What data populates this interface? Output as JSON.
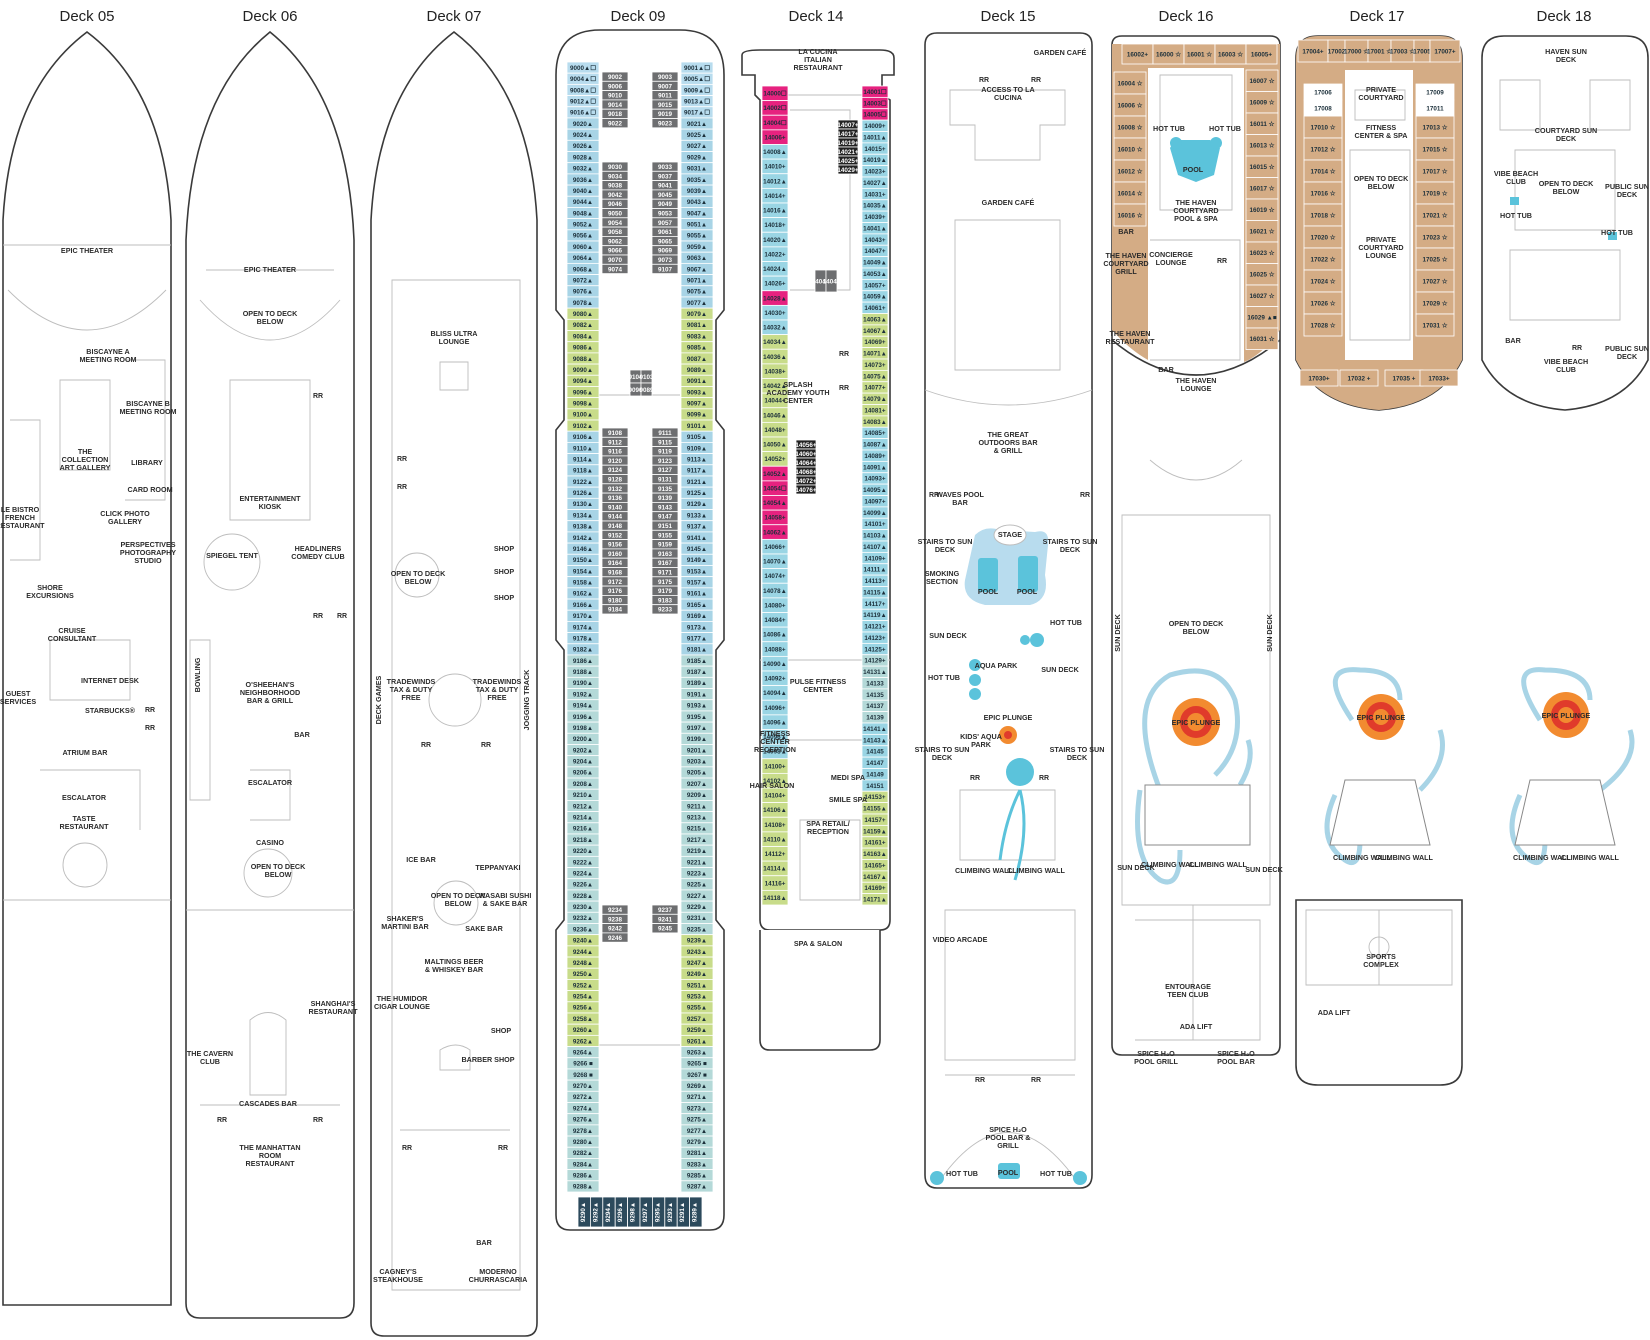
{
  "colors": {
    "inside": "#6d6e70",
    "oceanview": "#b8dcee",
    "balcony": "#a8d4e6",
    "minisuite": "#c8dc8a",
    "studio": "#9ad5e4",
    "haven": "#d4ac85",
    "spa": "#e6227f",
    "teal": "#b4d9d8",
    "pool": "#5bc3db",
    "darkblue": "#2c4a5c",
    "plunge_outer": "#f28b30",
    "plunge_inner": "#e03b2b"
  },
  "decks": [
    {
      "id": "d05",
      "title": "Deck 05",
      "labels": [
        "EPIC THEATER",
        "BISCAYNE A MEETING ROOM",
        "BISCAYNE B MEETING ROOM",
        "THE COLLECTION ART GALLERY",
        "LIBRARY",
        "CARD ROOM",
        "LE BISTRO FRENCH RESTAURANT",
        "CLICK PHOTO GALLERY",
        "PERSPECTIVES PHOTOGRAPHY STUDIO",
        "SHORE EXCURSIONS",
        "CRUISE CONSULTANT",
        "INTERNET DESK",
        "GUEST SERVICES",
        "STARBUCKS®",
        "ATRIUM BAR",
        "ESCALATOR",
        "TASTE RESTAURANT",
        "RR",
        "RR"
      ]
    },
    {
      "id": "d06",
      "title": "Deck 06",
      "labels": [
        "EPIC THEATER",
        "OPEN TO DECK BELOW",
        "ENTERTAINMENT KIOSK",
        "SPIEGEL TENT",
        "HEADLINERS COMEDY CLUB",
        "RR",
        "RR",
        "RR",
        "BOWLING",
        "O'SHEEHAN'S NEIGHBORHOOD BAR & GRILL",
        "BAR",
        "ESCALATOR",
        "CASINO",
        "OPEN TO DECK BELOW",
        "SHANGHAI'S RESTAURANT",
        "THE CAVERN CLUB",
        "CASCADES BAR",
        "RR",
        "RR",
        "THE MANHATTAN ROOM RESTAURANT"
      ]
    },
    {
      "id": "d07",
      "title": "Deck 07",
      "labels": [
        "BLISS ULTRA LOUNGE",
        "RR",
        "RR",
        "OPEN TO DECK BELOW",
        "SHOP",
        "SHOP",
        "SHOP",
        "DECK GAMES",
        "JOGGING TRACK",
        "TRADEWINDS TAX & DUTY FREE",
        "TRADEWINDS TAX & DUTY FREE",
        "RR",
        "RR",
        "ICE BAR",
        "TEPPANYAKI",
        "OPEN TO DECK BELOW",
        "WASABI SUSHI & SAKE BAR",
        "SHAKER'S MARTINI BAR",
        "SAKE BAR",
        "MALTINGS BEER & WHISKEY BAR",
        "THE HUMIDOR CIGAR LOUNGE",
        "SHOP",
        "BARBER SHOP",
        "RR",
        "RR",
        "BAR",
        "CAGNEY'S STEAKHOUSE",
        "MODERNO CHURRASCARIA"
      ]
    },
    {
      "id": "d09",
      "title": "Deck 09"
    },
    {
      "id": "d14",
      "title": "Deck 14",
      "labels": [
        "LA CUCINA ITALIAN RESTAURANT",
        "RR",
        "SPLASH ACADEMY YOUTH CENTER",
        "RR",
        "PULSE FITNESS CENTER",
        "FITNESS CENTER RECEPTION",
        "HAIR SALON",
        "MEDI SPA",
        "SMILE SPA",
        "SPA RETAIL/ RECEPTION",
        "SPA & SALON"
      ]
    },
    {
      "id": "d15",
      "title": "Deck 15",
      "labels": [
        "GARDEN CAFÉ",
        "RR",
        "RR",
        "ACCESS TO LA CUCINA",
        "GARDEN CAFÉ",
        "THE GREAT OUTDOORS BAR & GRILL",
        "RR",
        "RR",
        "WAVES POOL BAR",
        "STAGE",
        "STAIRS TO SUN DECK",
        "STAIRS TO SUN DECK",
        "SMOKING SECTION",
        "POOL",
        "POOL",
        "HOT TUB",
        "SUN DECK",
        "SUN DECK",
        "HOT TUB",
        "AQUA PARK",
        "EPIC PLUNGE",
        "KIDS' AQUA PARK",
        "STAIRS TO SUN DECK",
        "STAIRS TO SUN DECK",
        "RR",
        "RR",
        "CLIMBING WALL",
        "CLIMBING WALL",
        "VIDEO ARCADE",
        "RR",
        "RR",
        "SPICE H₂O POOL BAR & GRILL",
        "HOT TUB",
        "POOL",
        "HOT TUB"
      ]
    },
    {
      "id": "d16",
      "title": "Deck 16",
      "labels": [
        "HOT TUB",
        "POOL",
        "HOT TUB",
        "THE HAVEN COURTYARD POOL & SPA",
        "BAR",
        "THE HAVEN COURTYARD GRILL",
        "CONCIERGE LOUNGE",
        "RR",
        "THE HAVEN RESTAURANT",
        "BAR",
        "THE HAVEN LOUNGE",
        "SUN DECK",
        "SUN DECK",
        "OPEN TO DECK BELOW",
        "EPIC PLUNGE",
        "SUN DECK",
        "CLIMBING WALL",
        "CLIMBING WALL",
        "SUN DECK",
        "ENTOURAGE TEEN CLUB",
        "ADA LIFT",
        "SPICE H₂O POOL GRILL",
        "SPICE H₂O POOL BAR"
      ]
    },
    {
      "id": "d17",
      "title": "Deck 17",
      "labels": [
        "PRIVATE COURTYARD",
        "FITNESS CENTER & SPA",
        "OPEN TO DECK BELOW",
        "PRIVATE COURTYARD LOUNGE",
        "EPIC PLUNGE",
        "CLIMBING WALL",
        "CLIMBING WALL",
        "SPORTS COMPLEX",
        "ADA LIFT"
      ]
    },
    {
      "id": "d18",
      "title": "Deck 18",
      "labels": [
        "HAVEN SUN DECK",
        "COURTYARD SUN DECK",
        "VIBE BEACH CLUB",
        "OPEN TO DECK BELOW",
        "PUBLIC SUN DECK",
        "HOT TUB",
        "HOT TUB",
        "BAR",
        "RR",
        "VIBE BEACH CLUB",
        "PUBLIC SUN DECK",
        "EPIC PLUNGE",
        "CLIMBING WALL",
        "CLIMBING WALL"
      ]
    }
  ],
  "d09_cabins": {
    "port": [
      "9000▲☐",
      "9004▲☐",
      "9008▲☐",
      "9012▲☐",
      "9016▲☐",
      "9020▲",
      "9024▲",
      "9026▲",
      "9028▲",
      "9032▲",
      "9036▲",
      "9040▲",
      "9044▲",
      "9048▲",
      "9052▲",
      "9056▲",
      "9060▲",
      "9064▲",
      "9068▲",
      "9072▲",
      "9076▲",
      "9078▲",
      "9080▲",
      "9082▲",
      "9084▲",
      "9086▲",
      "9088▲",
      "9090▲",
      "9094▲",
      "9096▲",
      "9098▲",
      "9100▲",
      "9102▲",
      "9106▲",
      "9110▲",
      "9114▲",
      "9118▲",
      "9122▲",
      "9126▲",
      "9130▲",
      "9134▲",
      "9138▲",
      "9142▲",
      "9146▲",
      "9150▲",
      "9154▲",
      "9158▲",
      "9162▲",
      "9166▲",
      "9170▲",
      "9174▲",
      "9178▲",
      "9182▲",
      "9186▲",
      "9188▲",
      "9190▲",
      "9192▲",
      "9194▲",
      "9196▲",
      "9198▲",
      "9200▲",
      "9202▲",
      "9204▲",
      "9206▲",
      "9208▲",
      "9210▲",
      "9212▲",
      "9214▲",
      "9216▲",
      "9218▲",
      "9220▲",
      "9222▲",
      "9224▲",
      "9226▲",
      "9228▲",
      "9230▲",
      "9232▲",
      "9236▲",
      "9240▲",
      "9244▲",
      "9248▲",
      "9250▲",
      "9252▲",
      "9254▲",
      "9256▲",
      "9258▲",
      "9260▲",
      "9262▲",
      "9264▲",
      "9266 ■",
      "9268 ■",
      "9270▲",
      "9272▲",
      "9274▲",
      "9276▲",
      "9278▲",
      "9280▲",
      "9282▲",
      "9284▲",
      "9286▲",
      "9288▲"
    ],
    "stbd": [
      "9001▲☐",
      "9005▲☐",
      "9009▲☐",
      "9013▲☐",
      "9017▲☐",
      "9021▲",
      "9025▲",
      "9027▲",
      "9029▲",
      "9031▲",
      "9035▲",
      "9039▲",
      "9043▲",
      "9047▲",
      "9051▲",
      "9055▲",
      "9059▲",
      "9063▲",
      "9067▲",
      "9071▲",
      "9075▲",
      "9077▲",
      "9079▲",
      "9081▲",
      "9083▲",
      "9085▲",
      "9087▲",
      "9089▲",
      "9091▲",
      "9093▲",
      "9097▲",
      "9099▲",
      "9101▲",
      "9105▲",
      "9109▲",
      "9113▲",
      "9117▲",
      "9121▲",
      "9125▲",
      "9129▲",
      "9133▲",
      "9137▲",
      "9141▲",
      "9145▲",
      "9149▲",
      "9153▲",
      "9157▲",
      "9161▲",
      "9165▲",
      "9169▲",
      "9173▲",
      "9177▲",
      "9181▲",
      "9185▲",
      "9187▲",
      "9189▲",
      "9191▲",
      "9193▲",
      "9195▲",
      "9197▲",
      "9199▲",
      "9201▲",
      "9203▲",
      "9205▲",
      "9207▲",
      "9209▲",
      "9211▲",
      "9213▲",
      "9215▲",
      "9217▲",
      "9219▲",
      "9221▲",
      "9223▲",
      "9225▲",
      "9227▲",
      "9229▲",
      "9231▲",
      "9235▲",
      "9239▲",
      "9243▲",
      "9247▲",
      "9249▲",
      "9251▲",
      "9253▲",
      "9255▲",
      "9257▲",
      "9259▲",
      "9261▲",
      "9263▲",
      "9265 ■",
      "9267 ■",
      "9269▲",
      "9271▲",
      "9273▲",
      "9275▲",
      "9277▲",
      "9279▲",
      "9281▲",
      "9283▲",
      "9285▲",
      "9287▲"
    ],
    "inner_port": [
      "9002",
      "9006",
      "9010",
      "9014",
      "9018",
      "9022",
      "9030",
      "9034",
      "9038",
      "9042",
      "9046",
      "9050",
      "9054",
      "9058",
      "9062",
      "9066",
      "9070",
      "9074",
      "9108",
      "9112",
      "9116",
      "9120",
      "9124",
      "9128",
      "9132",
      "9136",
      "9140",
      "9144",
      "9148",
      "9152",
      "9156",
      "9160",
      "9164",
      "9168",
      "9172",
      "9176",
      "9180",
      "9184",
      "9234",
      "9238",
      "9242",
      "9246"
    ],
    "inner_stbd": [
      "9003",
      "9007",
      "9011",
      "9015",
      "9019",
      "9023",
      "9033",
      "9037",
      "9041",
      "9045",
      "9049",
      "9053",
      "9057",
      "9061",
      "9065",
      "9069",
      "9073",
      "9107",
      "9111",
      "9115",
      "9119",
      "9123",
      "9127",
      "9131",
      "9135",
      "9139",
      "9143",
      "9147",
      "9151",
      "9155",
      "9159",
      "9163",
      "9167",
      "9171",
      "9175",
      "9179",
      "9183",
      "9233",
      "9237",
      "9241",
      "9245"
    ],
    "mid": [
      "9104",
      "9103",
      "9090",
      "9089"
    ],
    "aft": [
      "9290▲",
      "9292▲",
      "9294▲",
      "9296▲",
      "9298▲",
      "9297▲",
      "9295▲",
      "9293▲",
      "9291▲",
      "9289▲"
    ]
  },
  "d14_cabins": {
    "port": [
      "14000☐",
      "14002☐",
      "14004☐",
      "14006+",
      "14008▲",
      "14010+",
      "14012▲",
      "14014+",
      "14016▲",
      "14018+",
      "14020▲",
      "14022+",
      "14024▲",
      "14026+",
      "14028▲",
      "14030+",
      "14032▲",
      "14034▲",
      "14036▲",
      "14038+",
      "14042▲",
      "14044+",
      "14046▲",
      "14048+",
      "14050▲",
      "14052+",
      "14052▲",
      "14054☐",
      "14054▲",
      "14058+",
      "14062▲",
      "14066+",
      "14070▲",
      "14074+",
      "14078▲",
      "14080+",
      "14084+",
      "14086▲",
      "14088+",
      "14090▲",
      "14092+",
      "14094▲",
      "14096+",
      "14096▲",
      "14096▲",
      "14098▲",
      "14100+",
      "14102▲",
      "14104+",
      "14106▲",
      "14108+",
      "14110▲",
      "14112+",
      "14114▲",
      "14116+",
      "14118▲"
    ],
    "stbd": [
      "14001☐",
      "14003☐",
      "14005☐",
      "14009+",
      "14011▲",
      "14015+",
      "14019▲",
      "14023+",
      "14027▲",
      "14031+",
      "14035▲",
      "14039+",
      "14041▲",
      "14043+",
      "14047+",
      "14049▲",
      "14053▲",
      "14057+",
      "14059▲",
      "14061+",
      "14063▲",
      "14067▲",
      "14069+",
      "14071▲",
      "14073+",
      "14075▲",
      "14077+",
      "14079▲",
      "14081+",
      "14083▲",
      "14085+",
      "14087▲",
      "14089+",
      "14091▲",
      "14093+",
      "14095▲",
      "14097+",
      "14099▲",
      "14101+",
      "14103▲",
      "14107▲",
      "14109+",
      "14111▲",
      "14113+",
      "14115▲",
      "14117+",
      "14119▲",
      "14121+",
      "14123+",
      "14125+",
      "14129+",
      "14131▲",
      "14133",
      "14135",
      "14137",
      "14139",
      "14141▲",
      "14143▲",
      "14145",
      "14147",
      "14149",
      "14151",
      "14153+",
      "14155▲",
      "14157+",
      "14159▲",
      "14161+",
      "14163▲",
      "14165+",
      "14167▲",
      "14169+",
      "14171▲"
    ],
    "inner": [
      "14007+",
      "14017+",
      "14019+",
      "14021+",
      "14025+",
      "14029+",
      "14056+",
      "14060+",
      "14064+",
      "14068+",
      "14072+",
      "14076+"
    ],
    "mid": [
      "14040",
      "14040"
    ]
  },
  "d16_cabins": {
    "port": [
      "16004 ☆",
      "16006 ☆",
      "16008 ☆",
      "16010 ☆",
      "16012 ☆",
      "16014 ☆",
      "16016 ☆"
    ],
    "stbd": [
      "16007 ☆",
      "16009 ☆",
      "16011 ☆",
      "16013 ☆",
      "16015 ☆",
      "16017 ☆",
      "16019 ☆",
      "16021 ☆",
      "16023 ☆",
      "16025 ☆",
      "16027 ☆",
      "16029 ▲■",
      "16031 ☆"
    ],
    "fwd": [
      "16002+",
      "16000 ☆",
      "16001 ☆",
      "16003 ☆",
      "16005+"
    ]
  },
  "d17_cabins": {
    "port": [
      "17010 ☆",
      "17012 ☆",
      "17014 ☆",
      "17016 ☆",
      "17018 ☆",
      "17020 ☆",
      "17022 ☆",
      "17024 ☆",
      "17026 ☆",
      "17028 ☆"
    ],
    "stbd": [
      "17013 ☆",
      "17015 ☆",
      "17017 ☆",
      "17019 ☆",
      "17021 ☆",
      "17023 ☆",
      "17025 ☆",
      "17027 ☆",
      "17029 ☆",
      "17031 ☆"
    ],
    "fwd": [
      "17004+",
      "17002",
      "17000 ☆",
      "17001 ☆",
      "17003 ☆",
      "17005",
      "17007+"
    ],
    "inner": [
      "17006",
      "17008",
      "17009",
      "17011"
    ],
    "aft": [
      "17030+",
      "17032 +",
      "17035 +",
      "17033+"
    ]
  }
}
